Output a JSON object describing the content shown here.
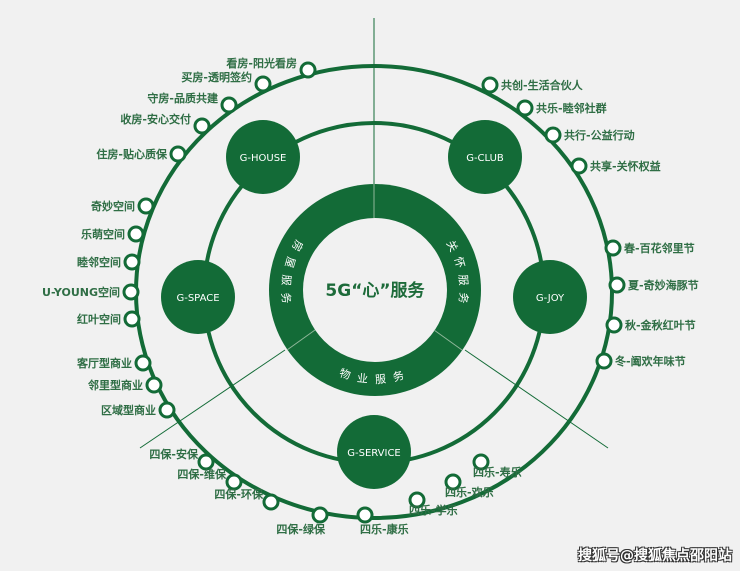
{
  "colors": {
    "primary": "#136b37",
    "label": "#2f6e45",
    "background": "#f1f1f1"
  },
  "center_title": "5G“心”服务",
  "ring_segments": [
    {
      "id": "house",
      "label": "房屋服务"
    },
    {
      "id": "care",
      "label": "关怀服务"
    },
    {
      "id": "property",
      "label": "物业服务"
    }
  ],
  "hubs": [
    "G-HOUSE",
    "G-CLUB",
    "G-SPACE",
    "G-JOY",
    "G-SERVICE"
  ],
  "outer_nodes": [
    "看房-阳光看房",
    "买房-透明签约",
    "守房-品质共建",
    "收房-安心交付",
    "住房-贴心质保",
    "奇妙空间",
    "乐萌空间",
    "睦邻空间",
    "U-YOUNG空间",
    "红叶空间",
    "客厅型商业",
    "邻里型商业",
    "区域型商业",
    "四保-安保",
    "四保-维保",
    "四保-环保",
    "四保-绿保",
    "四乐-康乐",
    "四乐-学乐",
    "四乐-欢乐",
    "四乐-寿乐",
    "共创-生活合伙人",
    "共乐-睦邻社群",
    "共行-公益行动",
    "共享-关怀权益",
    "春-百花邻里节",
    "夏-奇妙海豚节",
    "秋-金秋红叶节",
    "冬-阖欢年味节"
  ],
  "watermark": "搜狐号@搜狐焦点邵阳站"
}
